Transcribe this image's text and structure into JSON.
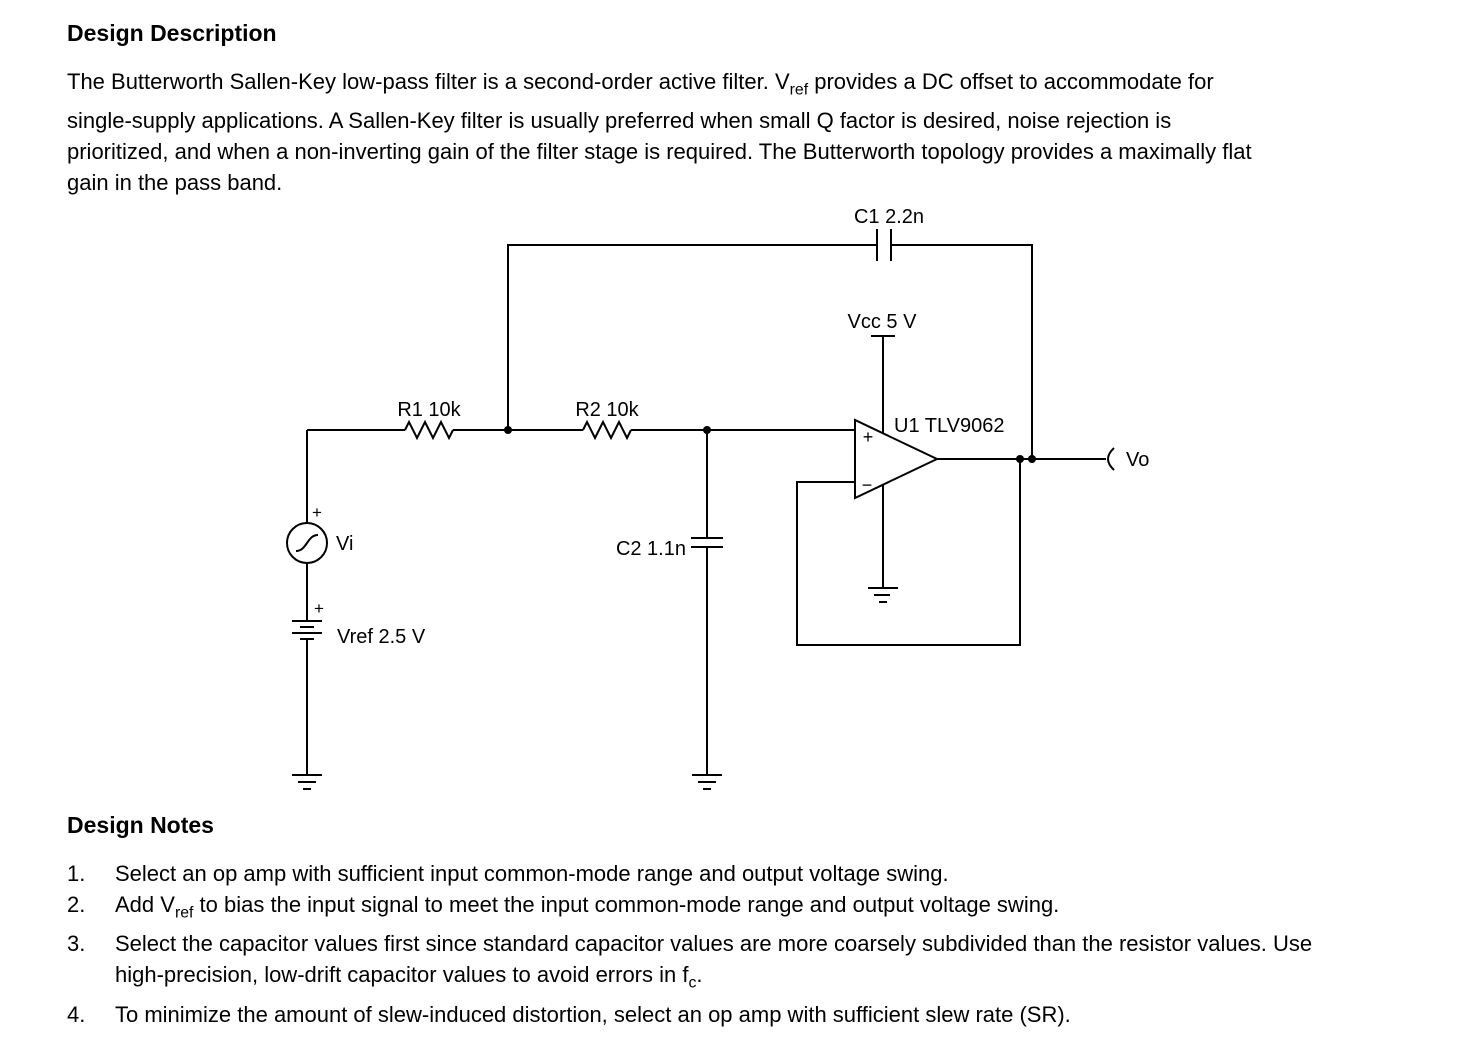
{
  "meta": {
    "background_color": "#ffffff",
    "text_color": "#000000",
    "wire_color": "#000000"
  },
  "description": {
    "heading": "Design Description",
    "body_segments": [
      {
        "t": "The Butterworth Sallen-Key low-pass filter is a second-order active filter. V"
      },
      {
        "t": "ref",
        "sub": true
      },
      {
        "t": " provides a DC offset to accommodate for single-supply applications. A Sallen-Key filter is usually preferred when small Q factor is desired, noise rejection is prioritized, and when a non-inverting gain of the filter stage is required. The Butterworth topology provides a maximally flat gain in the pass band."
      }
    ]
  },
  "schematic": {
    "labels": {
      "c1": "C1 2.2n",
      "vcc": "Vcc 5 V",
      "r1": "R1 10k",
      "r2": "R2 10k",
      "u1": "U1 TLV9062",
      "vo": "Vo",
      "vi": "Vi",
      "c2": "C2 1.1n",
      "vref": "Vref 2.5 V",
      "opamp_noninverting": "+",
      "opamp_inverting": "−",
      "vi_polarity": "+",
      "vref_polarity": "+"
    }
  },
  "notes": {
    "heading": "Design Notes",
    "items": [
      {
        "number": "1.",
        "segments": [
          {
            "t": "Select an op amp with sufficient input common-mode range and output voltage swing."
          }
        ]
      },
      {
        "number": "2.",
        "segments": [
          {
            "t": "Add V"
          },
          {
            "t": "ref",
            "sub": true
          },
          {
            "t": " to bias the input signal to meet the input common-mode range and output voltage swing."
          }
        ]
      },
      {
        "number": "3.",
        "segments": [
          {
            "t": "Select the capacitor values first since standard capacitor values are more coarsely subdivided than the resistor values. Use high-precision, low-drift capacitor values to avoid errors in f"
          },
          {
            "t": "c",
            "sub": true
          },
          {
            "t": "."
          }
        ]
      },
      {
        "number": "4.",
        "segments": [
          {
            "t": "To minimize the amount of slew-induced distortion, select an op amp with sufficient slew rate (SR)."
          }
        ]
      }
    ]
  }
}
